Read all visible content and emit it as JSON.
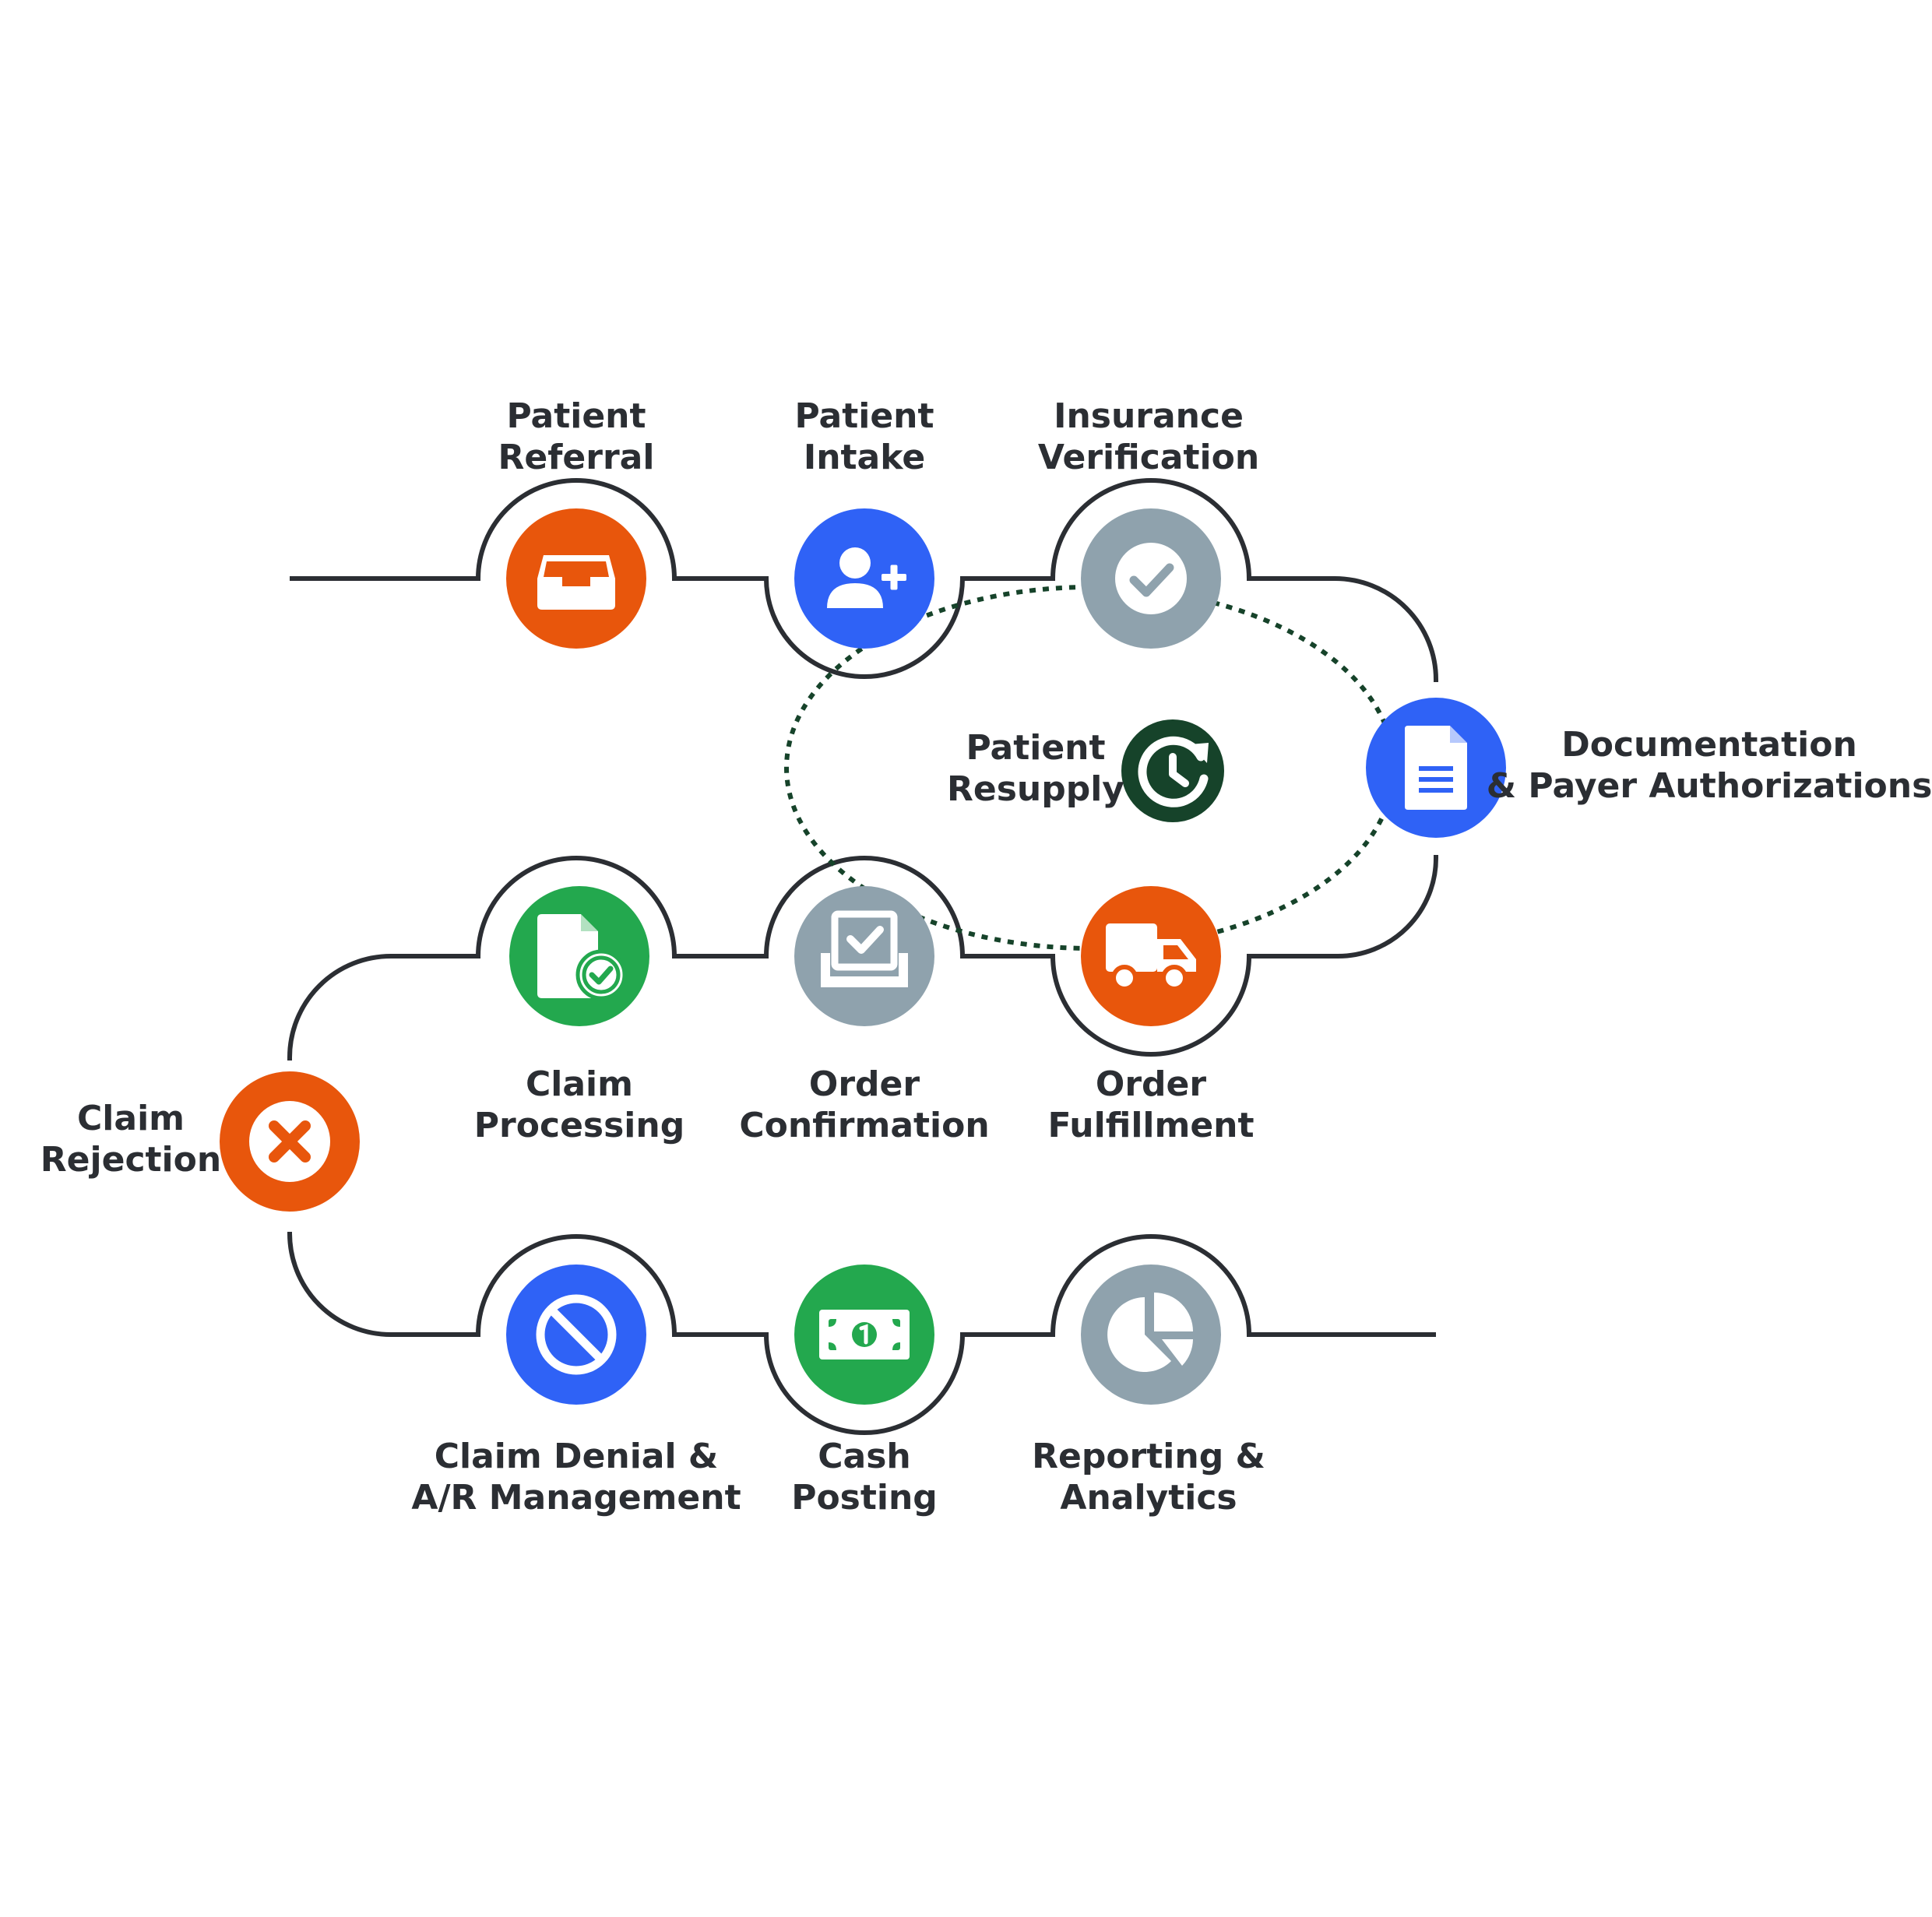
{
  "colors": {
    "orange": "#e8560c",
    "blue": "#2f62f6",
    "gray": "#8fa2ad",
    "green": "#23a84e",
    "darkgreen": "#16432a",
    "line": "#2b2e33",
    "text": "#2b2e33"
  },
  "steps": [
    {
      "id": "patient-referral",
      "lines": [
        "Patient",
        "Referral"
      ],
      "icon": "inbox-tray-icon",
      "color": "orange"
    },
    {
      "id": "patient-intake",
      "lines": [
        "Patient",
        "Intake"
      ],
      "icon": "add-user-icon",
      "color": "blue"
    },
    {
      "id": "insurance-verification",
      "lines": [
        "Insurance",
        "Verification"
      ],
      "icon": "check-circle-icon",
      "color": "gray"
    },
    {
      "id": "documentation",
      "lines": [
        "Documentation",
        "& Payer Authorizations"
      ],
      "icon": "document-icon",
      "color": "blue"
    },
    {
      "id": "order-fulfillment",
      "lines": [
        "Order",
        "Fulfillment"
      ],
      "icon": "delivery-truck-icon",
      "color": "orange"
    },
    {
      "id": "order-confirmation",
      "lines": [
        "Order",
        "Confirmation"
      ],
      "icon": "checkbox-tray-icon",
      "color": "gray"
    },
    {
      "id": "claim-processing",
      "lines": [
        "Claim",
        "Processing"
      ],
      "icon": "file-check-icon",
      "color": "green"
    },
    {
      "id": "claim-rejection",
      "lines": [
        "Claim",
        "Rejection"
      ],
      "icon": "x-circle-icon",
      "color": "orange"
    },
    {
      "id": "claim-denial",
      "lines": [
        "Claim Denial &",
        "A/R Management"
      ],
      "icon": "prohibited-icon",
      "color": "blue"
    },
    {
      "id": "cash-posting",
      "lines": [
        "Cash",
        "Posting"
      ],
      "icon": "banknote-icon",
      "color": "green"
    },
    {
      "id": "reporting-analytics",
      "lines": [
        "Reporting &",
        "Analytics"
      ],
      "icon": "pie-chart-icon",
      "color": "gray"
    }
  ],
  "resupply": {
    "lines": [
      "Patient",
      "Resupply"
    ],
    "icon": "refresh-clock-icon",
    "color": "darkgreen"
  }
}
